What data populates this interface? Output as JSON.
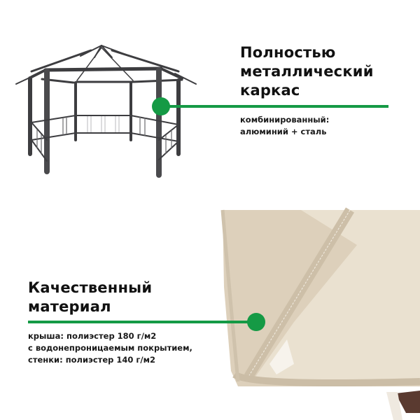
{
  "feature_frame": {
    "title_lines": [
      "Полностью",
      "металлический",
      "каркас"
    ],
    "desc_lines": [
      "комбинированный:",
      "алюминий + сталь"
    ],
    "image": "gazebo-frame-illustration"
  },
  "feature_material": {
    "title_lines": [
      "Качественный",
      "материал"
    ],
    "desc_lines": [
      "крыша: полиэстер 180 г/м2",
      "с водонепроницаемым покрытием,",
      "стенки: полиэстер 140 г/м2"
    ],
    "image": "canopy-fabric-closeup"
  },
  "colors": {
    "accent": "#159a45",
    "fabric": "#e3d6c2",
    "frame": "#3a3a3c"
  }
}
